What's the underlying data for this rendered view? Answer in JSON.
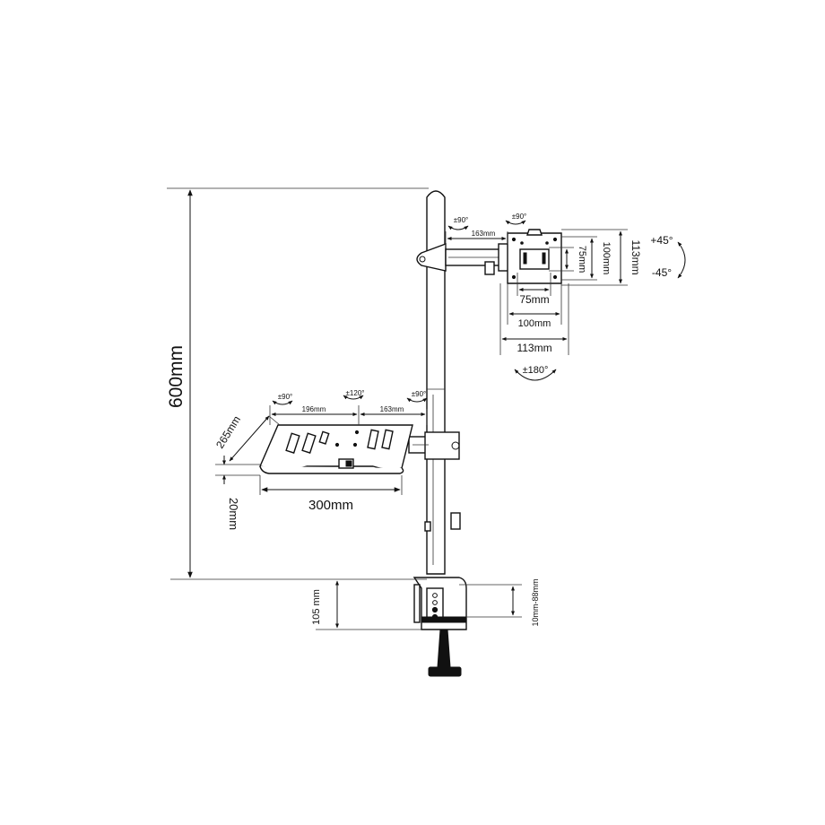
{
  "overall_height_label": "600mm",
  "tray": {
    "width_label": "300mm",
    "depth_label": "265mm",
    "lip_label": "20mm",
    "arm1_label": "196mm",
    "arm2_label": "163mm",
    "rot_left_label": "±90°",
    "rot_mid_label": "±120°",
    "rot_right_label": "±90°"
  },
  "vesa": {
    "arm_label": "163mm",
    "rot_arm_label": "±90°",
    "rot_head_label": "±90°",
    "h75_label": "75mm",
    "h100_label": "100mm",
    "h113_label": "113mm",
    "w75_label": "75mm",
    "w100_label": "100mm",
    "w113_label": "113mm",
    "tilt_up_label": "+45°",
    "tilt_down_label": "-45°",
    "rotate_label": "±180°"
  },
  "clamp": {
    "height_label": "105 mm",
    "desk_range_label": "10mm-88mm"
  }
}
